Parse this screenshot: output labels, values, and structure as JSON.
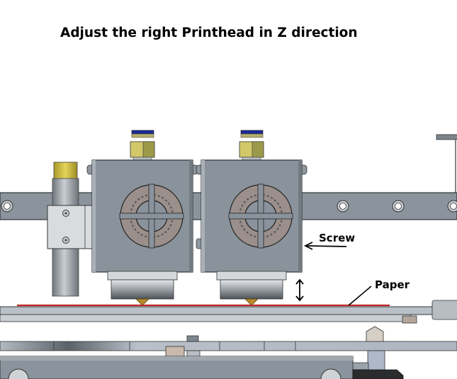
{
  "title": "Adjust the right Printhead in Z direction",
  "labels": {
    "screw": "Screw",
    "paper": "Paper"
  },
  "colors": {
    "housing": "#8a939c",
    "rail": "#8b949d",
    "paper": "#c0282a",
    "nozzle": "#b88a2c",
    "fitting": "#cfc56a",
    "tube_cap": "#1a2a9a",
    "fan": "#9a8f8a"
  },
  "icons": {
    "adjust_arrow": "double-arrow-vertical-icon",
    "screw_pointer": "arrow-left-icon",
    "fan": "fan-icon"
  }
}
